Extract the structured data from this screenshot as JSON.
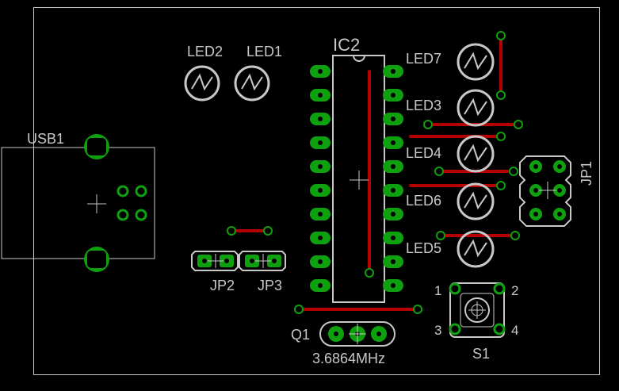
{
  "colors": {
    "background": "#000000",
    "silkscreen": "#c8c8c8",
    "copper": "#b40000",
    "pad": "#0fa00f",
    "via_outline": "#0fa00f"
  },
  "components": {
    "led2": "LED2",
    "led1": "LED1",
    "ic2": "IC2",
    "led7": "LED7",
    "led3": "LED3",
    "led4": "LED4",
    "led6": "LED6",
    "led5": "LED5",
    "usb1": "USB1",
    "jp1": "JP1",
    "jp2": "JP2",
    "jp3": "JP3",
    "q1": "Q1",
    "q1_value": "3.6864MHz",
    "s1": "S1"
  },
  "switch_pins": {
    "p1": "1",
    "p2": "2",
    "p3": "3",
    "p4": "4"
  }
}
